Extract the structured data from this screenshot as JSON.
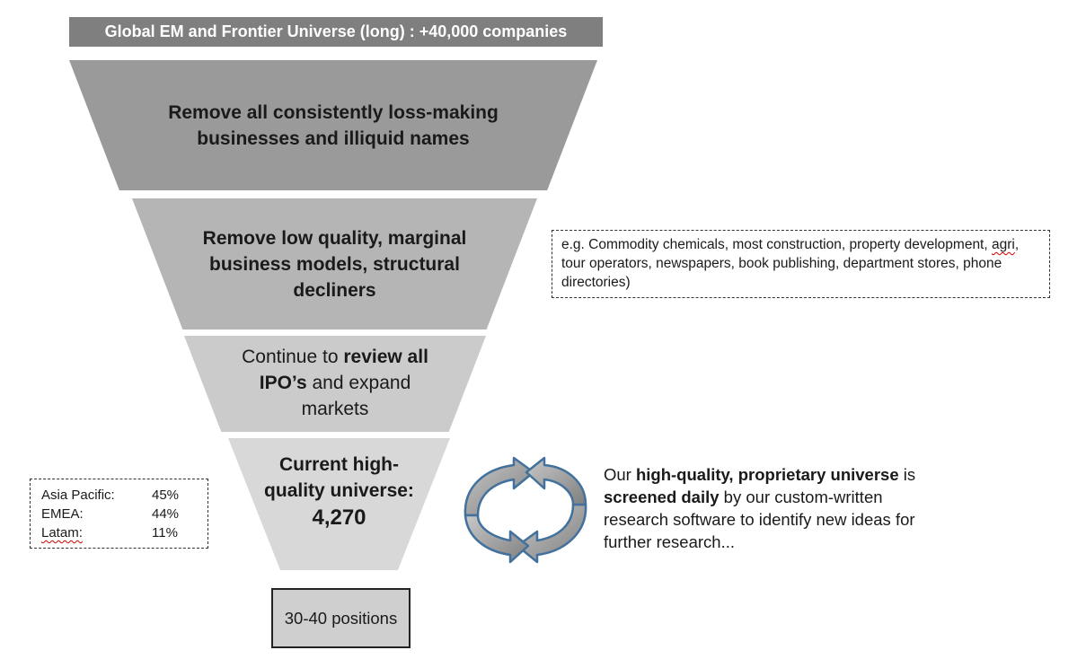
{
  "header": {
    "title": "Global EM and Frontier Universe (long) : +40,000 companies"
  },
  "funnel": {
    "tier1": {
      "text": "Remove all consistently loss-making businesses and illiquid names"
    },
    "tier2": {
      "text": "Remove low quality, marginal business models, structural decliners"
    },
    "tier3": {
      "pre": "Continue to ",
      "bold": "review all IPO’s",
      "post": " and expand markets"
    },
    "tier4": {
      "text": "Current high-quality universe:",
      "number": "4,270"
    }
  },
  "examples_note": {
    "line1": "e.g. Commodity chemicals, most construction, property development, ",
    "agri": "agri",
    "line2": ", tour operators, newspapers, book publishing, department stores, phone directories)"
  },
  "regions": [
    {
      "name": "Asia Pacific:",
      "share": "45%"
    },
    {
      "name": "EMEA:",
      "share": "44%"
    },
    {
      "name": "Latam:",
      "share": "11%"
    }
  ],
  "screening": {
    "p1": "Our ",
    "b1": "high-quality, proprietary universe",
    "p2": " is ",
    "b2": "screened daily",
    "p3": " by our custom-written research software to identify new ideas for further research..."
  },
  "positions": {
    "label": "30-40 positions"
  },
  "colors": {
    "header": "#7f7f7f",
    "tier1": "#9a9a9a",
    "tier2": "#b5b5b5",
    "tier3": "#cbcbcb",
    "tier4": "#d8d8d8",
    "arrow_fill": "#a6a6a6",
    "arrow_stroke": "#41719c"
  }
}
